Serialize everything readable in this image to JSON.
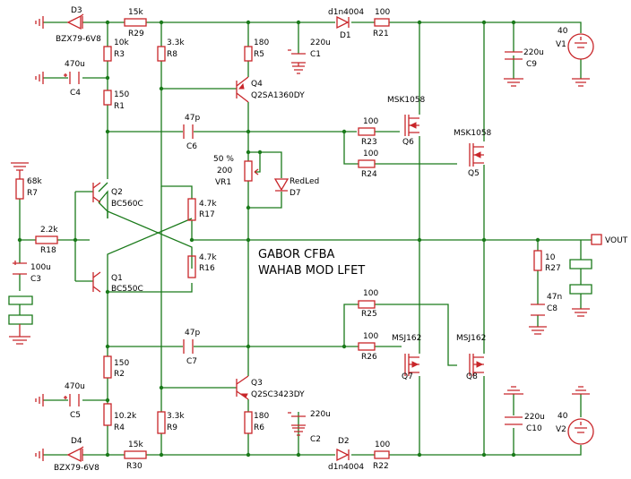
{
  "title": {
    "line1": "GABOR CFBA",
    "line2": "WAHAB MOD LFET"
  },
  "labels": {
    "D3": "D3",
    "D3v": "BZX79-6V8",
    "R29v": "15k",
    "R29": "R29",
    "R3v": "10k",
    "R3": "R3",
    "R8v": "3.3k",
    "R8": "R8",
    "R5v": "180",
    "R5": "R5",
    "C1v": "220u",
    "C1": "C1",
    "D1v": "d1n4004",
    "D1": "D1",
    "R21v": "100",
    "R21": "R21",
    "V1v": "40",
    "V1": "V1",
    "C9v": "220u",
    "C9": "C9",
    "C4v": "470u",
    "C4": "C4",
    "R1v": "150",
    "R1": "R1",
    "Q4": "Q4",
    "Q4v": "Q2SA1360DY",
    "MSK1058a": "MSK1058",
    "R23v": "100",
    "R23": "R23",
    "Q6": "Q6",
    "C6v": "47p",
    "C6": "C6",
    "MSK1058b": "MSK1058",
    "VR1p": "50 %",
    "VR1v": "200",
    "VR1": "VR1",
    "D7v": "RedLed",
    "D7": "D7",
    "R24v": "100",
    "R24": "R24",
    "Q5": "Q5",
    "R7v": "68k",
    "R7": "R7",
    "Q2": "Q2",
    "Q2v": "BC560C",
    "R17v": "4.7k",
    "R17": "R17",
    "R18v": "2.2k",
    "R18": "R18",
    "VOUT": "VOUT",
    "R16v": "4.7k",
    "R16": "R16",
    "R27v": "10",
    "R27": "R27",
    "C3v": "100u",
    "C3": "C3",
    "Q1": "Q1",
    "Q1v": "BC550C",
    "C8v": "47n",
    "C8": "C8",
    "R25v": "100",
    "R25": "R25",
    "C7v": "47p",
    "C7": "C7",
    "R26v": "100",
    "R26": "R26",
    "MSJ162a": "MSJ162",
    "MSJ162b": "MSJ162",
    "R2v": "150",
    "R2": "R2",
    "Q7": "Q7",
    "Q8": "Q8",
    "C5v": "470u",
    "C5": "C5",
    "Q3": "Q3",
    "Q3v": "Q2SC3423DY",
    "C2v": "220u",
    "C2": "C2",
    "R4v": "10.2k",
    "R4": "R4",
    "R9v": "3.3k",
    "R9": "R9",
    "R6v": "180",
    "R6": "R6",
    "C10v": "220u",
    "C10": "C10",
    "V2v": "40",
    "V2": "V2",
    "D4": "D4",
    "D4v": "BZX79-6V8",
    "R30v": "15k",
    "R30": "R30",
    "D2": "D2",
    "D2v": "d1n4004",
    "R22v": "100",
    "R22": "R22"
  }
}
